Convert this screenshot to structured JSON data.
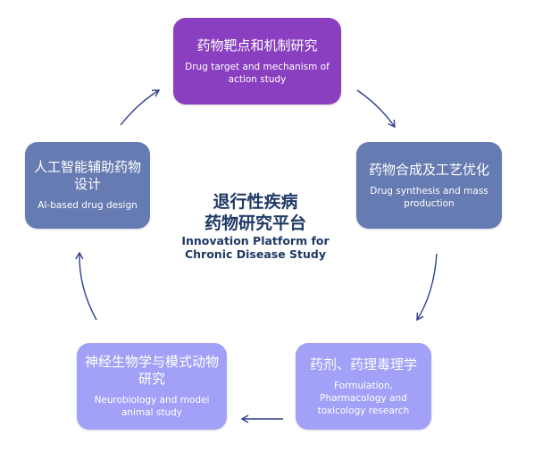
{
  "boxes": {
    "top": {
      "zh": "药物靶点和机制研究",
      "en": "Drug target and mechanism of action study",
      "color": "#8a3fc0"
    },
    "right": {
      "zh": "药物合成及工艺优化",
      "en": "Drug synthesis and mass production",
      "color": "#667bb2"
    },
    "bottom_right": {
      "zh": "药剂、药理毒理学",
      "en": "Formulation, Pharmacology and toxicology research",
      "color": "#a2a1f7"
    },
    "bottom_left": {
      "zh": "神经生物学与模式动物研究",
      "en": "Neurobiology and model animal study",
      "color": "#a2a1f7"
    },
    "left": {
      "zh": "人工智能辅助药物设计",
      "en": "AI-based drug design",
      "color": "#667bb2"
    }
  },
  "center": {
    "zh_line1": "退行性疾病",
    "zh_line2": "药物研究平台",
    "en_line1": "Innovation Platform for",
    "en_line2": "Chronic Disease Study",
    "color": "#1f3864"
  },
  "arrow_color": "#2e3f8f"
}
